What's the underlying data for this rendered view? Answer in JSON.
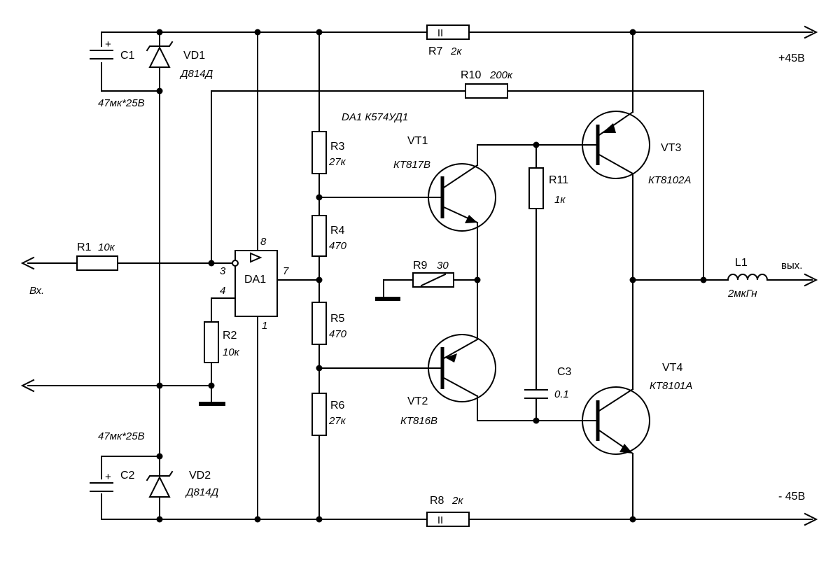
{
  "power": {
    "positive": "+45В",
    "negative": "- 45В"
  },
  "ports": {
    "input": "Вх.",
    "output": "вых."
  },
  "opamp": {
    "name": "DA1",
    "type_label": "DA1 К574УД1",
    "pin3": "3",
    "pin4": "4",
    "pin7": "7",
    "pin8": "8",
    "pin1": "1"
  },
  "components": {
    "R1": {
      "name": "R1",
      "value": "10к"
    },
    "R2": {
      "name": "R2",
      "value": "10к"
    },
    "R3": {
      "name": "R3",
      "value": "27к"
    },
    "R4": {
      "name": "R4",
      "value": "470"
    },
    "R5": {
      "name": "R5",
      "value": "470"
    },
    "R6": {
      "name": "R6",
      "value": "27к"
    },
    "R7": {
      "name": "R7",
      "value": "2к"
    },
    "R8": {
      "name": "R8",
      "value": "2к"
    },
    "R9": {
      "name": "R9",
      "value": "30"
    },
    "R10": {
      "name": "R10",
      "value": "200к"
    },
    "R11": {
      "name": "R11",
      "value": "1к"
    },
    "C1": {
      "name": "C1",
      "value": "47мк*25В"
    },
    "C2": {
      "name": "C2",
      "value": "47мк*25В"
    },
    "C3": {
      "name": "C3",
      "value": "0.1"
    },
    "VD1": {
      "name": "VD1",
      "type": "Д814Д"
    },
    "VD2": {
      "name": "VD2",
      "type": "Д814Д"
    },
    "VT1": {
      "name": "VT1",
      "type": "КТ817В"
    },
    "VT2": {
      "name": "VT2",
      "type": "КТ816В"
    },
    "VT3": {
      "name": "VT3",
      "type": "КТ8102А"
    },
    "VT4": {
      "name": "VT4",
      "type": "КТ8101А"
    },
    "L1": {
      "name": "L1",
      "value": "2мкГн"
    }
  },
  "symbols": {
    "plus": "+",
    "fuse_mark": "II"
  }
}
